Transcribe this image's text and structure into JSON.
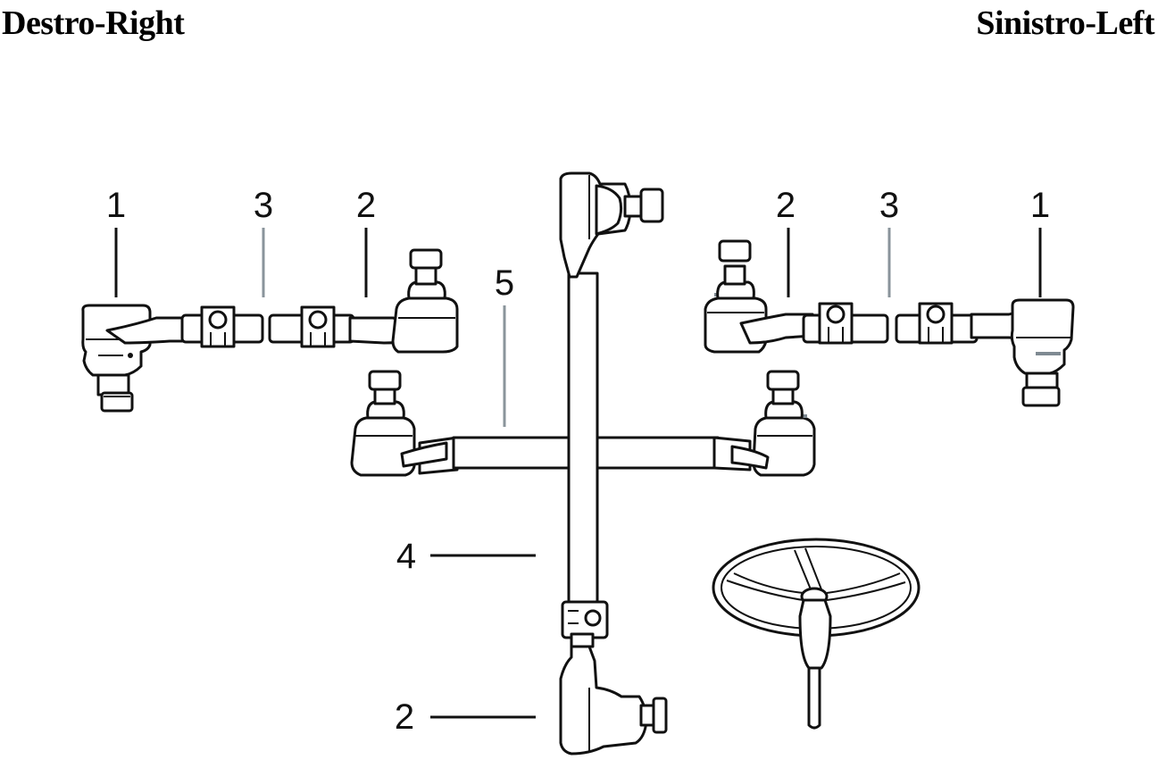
{
  "headers": {
    "right_side": "Destro-Right",
    "left_side": "Sinistro-Left"
  },
  "callouts": {
    "right_group": [
      "1",
      "3",
      "2"
    ],
    "left_group": [
      "2",
      "3",
      "1"
    ],
    "center_rod": "5",
    "vertical_rod": "4",
    "bottom_joint": "2"
  },
  "colors": {
    "line": "#111111",
    "leader_grey": "#8a949b",
    "background": "#ffffff"
  }
}
